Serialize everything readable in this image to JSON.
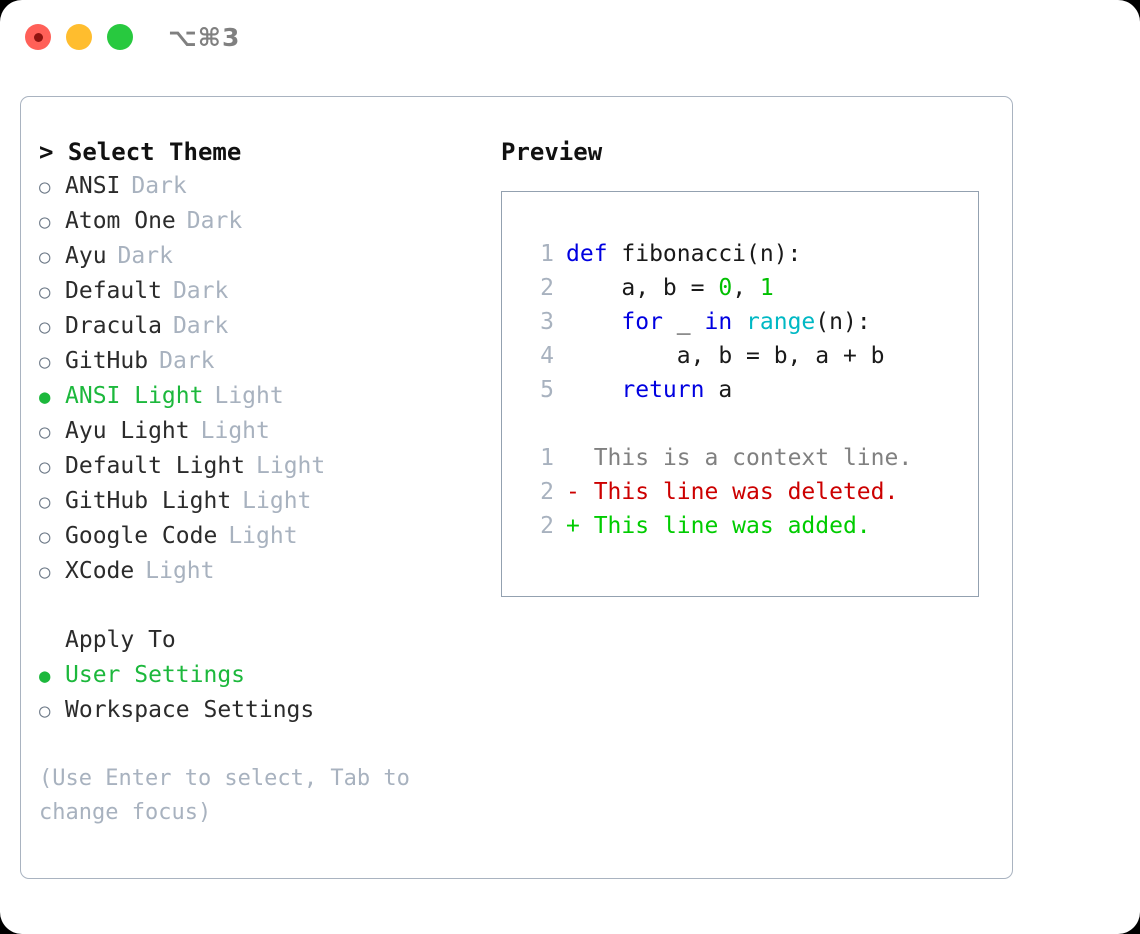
{
  "window": {
    "shortcut_title": "⌥⌘3",
    "controls": [
      {
        "name": "close-button",
        "color": "#ff6058"
      },
      {
        "name": "minimize-button",
        "color": "#ffbd2e"
      },
      {
        "name": "maximize-button",
        "color": "#28c93f"
      }
    ]
  },
  "theme_picker": {
    "heading": "> Select Theme",
    "bullet_unselected": "○",
    "bullet_selected": "●",
    "items": [
      {
        "label": "ANSI",
        "variant": "Dark",
        "selected": false
      },
      {
        "label": "Atom One",
        "variant": "Dark",
        "selected": false
      },
      {
        "label": "Ayu",
        "variant": "Dark",
        "selected": false
      },
      {
        "label": "Default",
        "variant": "Dark",
        "selected": false
      },
      {
        "label": "Dracula",
        "variant": "Dark",
        "selected": false
      },
      {
        "label": "GitHub",
        "variant": "Dark",
        "selected": false
      },
      {
        "label": "ANSI Light",
        "variant": "Light",
        "selected": true
      },
      {
        "label": "Ayu Light",
        "variant": "Light",
        "selected": false
      },
      {
        "label": "Default Light",
        "variant": "Light",
        "selected": false
      },
      {
        "label": "GitHub Light",
        "variant": "Light",
        "selected": false
      },
      {
        "label": "Google Code",
        "variant": "Light",
        "selected": false
      },
      {
        "label": "XCode",
        "variant": "Light",
        "selected": false
      }
    ]
  },
  "apply_to": {
    "heading": "Apply To",
    "items": [
      {
        "label": "User Settings",
        "selected": true
      },
      {
        "label": "Workspace Settings",
        "selected": false
      }
    ]
  },
  "hint": "(Use Enter to select, Tab to change focus)",
  "preview": {
    "title": "Preview",
    "code_lines": [
      {
        "num": "1",
        "indent": "",
        "segments": [
          {
            "text": "def",
            "cls": "tok-kw"
          },
          {
            "text": " fibonacci(n):",
            "cls": "code-text"
          }
        ]
      },
      {
        "num": "2",
        "indent": "    ",
        "segments": [
          {
            "text": "a, b = ",
            "cls": "code-text"
          },
          {
            "text": "0",
            "cls": "tok-num"
          },
          {
            "text": ", ",
            "cls": "code-text"
          },
          {
            "text": "1",
            "cls": "tok-num"
          }
        ]
      },
      {
        "num": "3",
        "indent": "    ",
        "segments": [
          {
            "text": "for",
            "cls": "tok-kw"
          },
          {
            "text": " _ ",
            "cls": "code-text"
          },
          {
            "text": "in",
            "cls": "tok-kw"
          },
          {
            "text": " ",
            "cls": "code-text"
          },
          {
            "text": "range",
            "cls": "tok-fn"
          },
          {
            "text": "(n):",
            "cls": "code-text"
          }
        ]
      },
      {
        "num": "4",
        "indent": "        ",
        "segments": [
          {
            "text": "a, b = b, a + b",
            "cls": "code-text"
          }
        ]
      },
      {
        "num": "5",
        "indent": "    ",
        "segments": [
          {
            "text": "return",
            "cls": "tok-kw"
          },
          {
            "text": " a",
            "cls": "code-text"
          }
        ]
      }
    ],
    "diff_lines": [
      {
        "num": "1",
        "marker": "  ",
        "text": "This is a context line.",
        "cls": "diff-ctx"
      },
      {
        "num": "2",
        "marker": "- ",
        "text": "This line was deleted.",
        "cls": "diff-del"
      },
      {
        "num": "2",
        "marker": "+ ",
        "text": "This line was added.",
        "cls": "diff-add"
      }
    ]
  },
  "colors": {
    "accent_green": "#1cb83c",
    "muted": "#a8b2bf",
    "border": "#a9b3c0",
    "preview_border": "#93a1b0",
    "keyword": "#0000e0",
    "function": "#00b8c4",
    "number": "#00c000",
    "diff_deleted": "#cc0000",
    "diff_added": "#00cc00"
  }
}
